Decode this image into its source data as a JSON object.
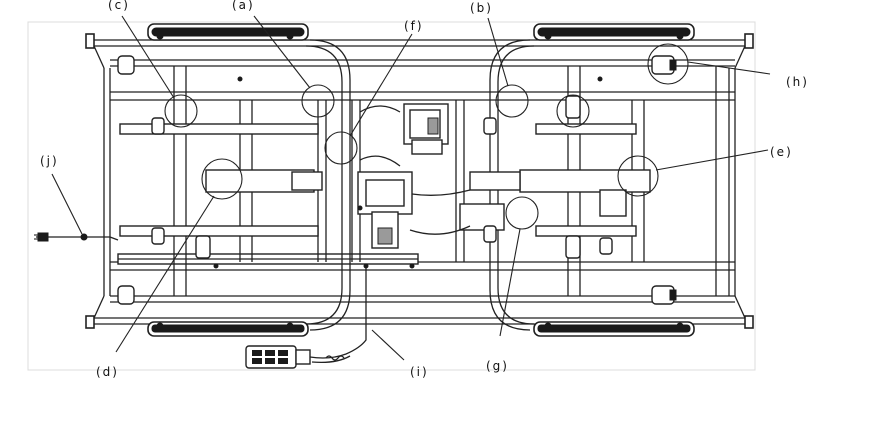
{
  "labels": {
    "a": "(a)",
    "b": "(b)",
    "c": "(c)",
    "d": "(d)",
    "e": "(e)",
    "f": "(f)",
    "g": "(g)",
    "h": "(h)",
    "i": "(i)",
    "j": "(j)"
  },
  "pendant_buttons": 6,
  "colors": {
    "line": "#222222",
    "background": "#ffffff",
    "fill_dark": "#1a1a1a",
    "fill_gray": "#9a9a9a"
  }
}
